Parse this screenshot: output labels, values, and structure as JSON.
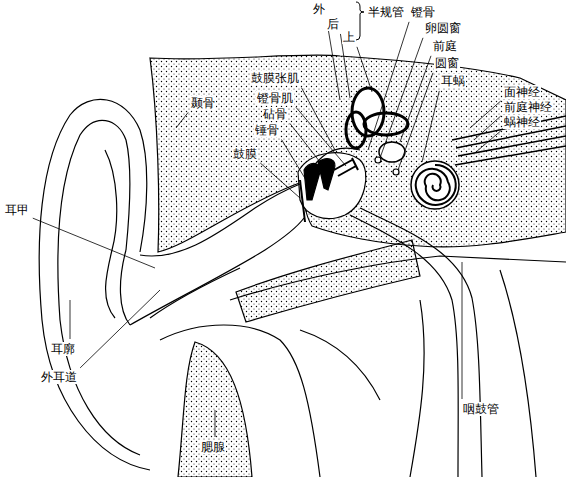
{
  "diagram": {
    "labels": [
      "外",
      "后",
      "上",
      "半规管",
      "镫骨",
      "卵圆窗",
      "前庭",
      "圆窗",
      "耳蜗",
      "面神经",
      "前庭神经",
      "蜗神经",
      "鼓膜张肌",
      "镫骨肌",
      "砧骨",
      "锤骨",
      "颞骨",
      "鼓膜",
      "耳甲",
      "耳廓",
      "外耳道",
      "腮腺",
      "咽鼓管"
    ]
  }
}
